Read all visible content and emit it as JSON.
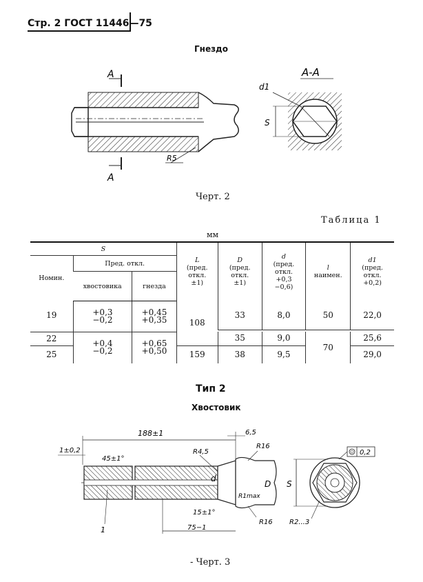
{
  "header": {
    "text": "Стр. 2 ГОСТ 11446—75"
  },
  "fig2": {
    "title": "Гнездо",
    "section_label": "А-А",
    "cut_a_top": "А",
    "cut_a_bottom": "А",
    "dim_d1": "d1",
    "dim_s": "S",
    "dim_r5": "R5",
    "caption": "Черт. 2"
  },
  "table1": {
    "title": "Таблица 1",
    "unit": "мм",
    "head": {
      "s": "S",
      "pred_otkl": "Пред. откл.",
      "nomin": "Номин.",
      "hvostovika": "хвостовика",
      "gnezda": "гнезда",
      "L": [
        "L",
        "(пред.",
        "откл.",
        "±1)"
      ],
      "D": [
        "D",
        "(пред.",
        "откл.",
        "±1)"
      ],
      "d": [
        "d",
        "(пред.",
        "откл.",
        "+0,3",
        "−0,6)"
      ],
      "l": [
        "l",
        "наимен."
      ],
      "d1": [
        "d1",
        "(пред.",
        "откл.",
        "+0,2)"
      ]
    },
    "rows": [
      {
        "nom": "19",
        "hv": [
          "+0,3",
          "−0,2"
        ],
        "gn": [
          "+0,45",
          "+0,35"
        ],
        "D": "33",
        "d": "8,0",
        "l": "50",
        "d1": "22,0"
      },
      {
        "nom": "22",
        "D": "35",
        "d": "9,0",
        "d1": "25,6"
      },
      {
        "nom": "25",
        "hv": [
          "+0,4",
          "−0,2"
        ],
        "gn": [
          "+0,65",
          "+0,50"
        ],
        "L": "159",
        "D": "38",
        "d": "9,5",
        "d1": "29,0"
      }
    ],
    "L_shared": "108",
    "l_shared": "70"
  },
  "type2": {
    "title": "Тип 2",
    "subtitle": "Хвостовик"
  },
  "fig3": {
    "dim_188": "188±1",
    "dim_6_5": "6,5",
    "dim_1_02": "1±0,2",
    "dim_45": "45±1°",
    "dim_r45": "R4,5",
    "dim_r16a": "R16",
    "dim_r1max": "R1max",
    "dim_r16b": "R16",
    "dim_15": "15±1°",
    "dim_75": "75−1",
    "dim_d": "d",
    "dim_D": "D",
    "dim_s": "S",
    "dim_r23": "R2...3",
    "tol_value": "0,2",
    "leader_1": "1",
    "caption": "- Черт. 3"
  }
}
